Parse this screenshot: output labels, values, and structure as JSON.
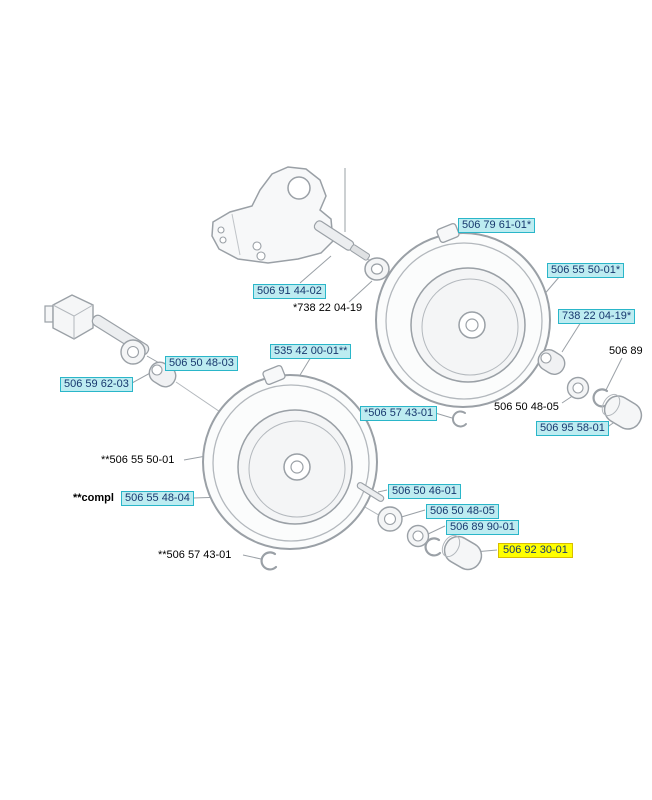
{
  "page": {
    "background": "#ffffff"
  },
  "colors": {
    "label_bg": "#bdecf1",
    "label_border": "#2ab6c9",
    "label_text": "#17386e",
    "highlight_bg": "#ffff00",
    "highlight_border": "#d9bd00",
    "plain_text": "#000000",
    "line_art": "#9aa0a6"
  },
  "diagram": {
    "name": "wheel-assembly-exploded-view",
    "labels": [
      {
        "text": "506 79 61-01*",
        "style": "cyan"
      },
      {
        "text": "506 55 50-01*",
        "style": "cyan"
      },
      {
        "text": "506 91 44-02",
        "style": "cyan"
      },
      {
        "text": "*738 22 04-19",
        "style": "plain"
      },
      {
        "text": "738 22 04-19*",
        "style": "cyan"
      },
      {
        "text": "506 89",
        "style": "plain"
      },
      {
        "text": "535 42 00-01**",
        "style": "cyan"
      },
      {
        "text": "506 50 48-03",
        "style": "cyan"
      },
      {
        "text": "506 59 62-03",
        "style": "cyan"
      },
      {
        "text": "*506 57 43-01",
        "style": "cyan"
      },
      {
        "text": "506 50 48-05",
        "style": "plain"
      },
      {
        "text": "506 95 58-01",
        "style": "cyan"
      },
      {
        "text": "**506 55 50-01",
        "style": "plain"
      },
      {
        "text": "**compl",
        "style": "plain-bold"
      },
      {
        "text": "506 55 48-04",
        "style": "cyan"
      },
      {
        "text": "506 50 46-01",
        "style": "cyan"
      },
      {
        "text": "506 50 48-05",
        "style": "cyan"
      },
      {
        "text": "506 89 90-01",
        "style": "cyan"
      },
      {
        "text": "**506 57 43-01",
        "style": "plain"
      },
      {
        "text": "506 92 30-01",
        "style": "yellow"
      }
    ]
  }
}
